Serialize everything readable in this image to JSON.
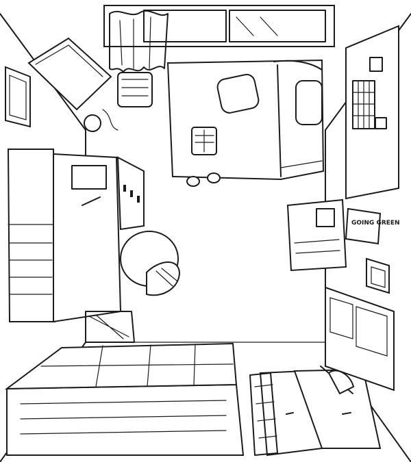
{
  "scene": {
    "poster_text": "GOING GREEN",
    "ink_color": "#1b1b1b",
    "paper_color": "#ffffff"
  },
  "objects": [
    "window-with-curtain",
    "bed-with-pillows",
    "corkboard",
    "wall-picture-left",
    "wall-lamp",
    "desk-with-shelves",
    "office-chair",
    "dresser-with-items",
    "open-drawer-unit",
    "rug",
    "closet-doors",
    "umbrella",
    "poster-going-green",
    "framed-picture-right",
    "wall-clock",
    "door-mat"
  ]
}
